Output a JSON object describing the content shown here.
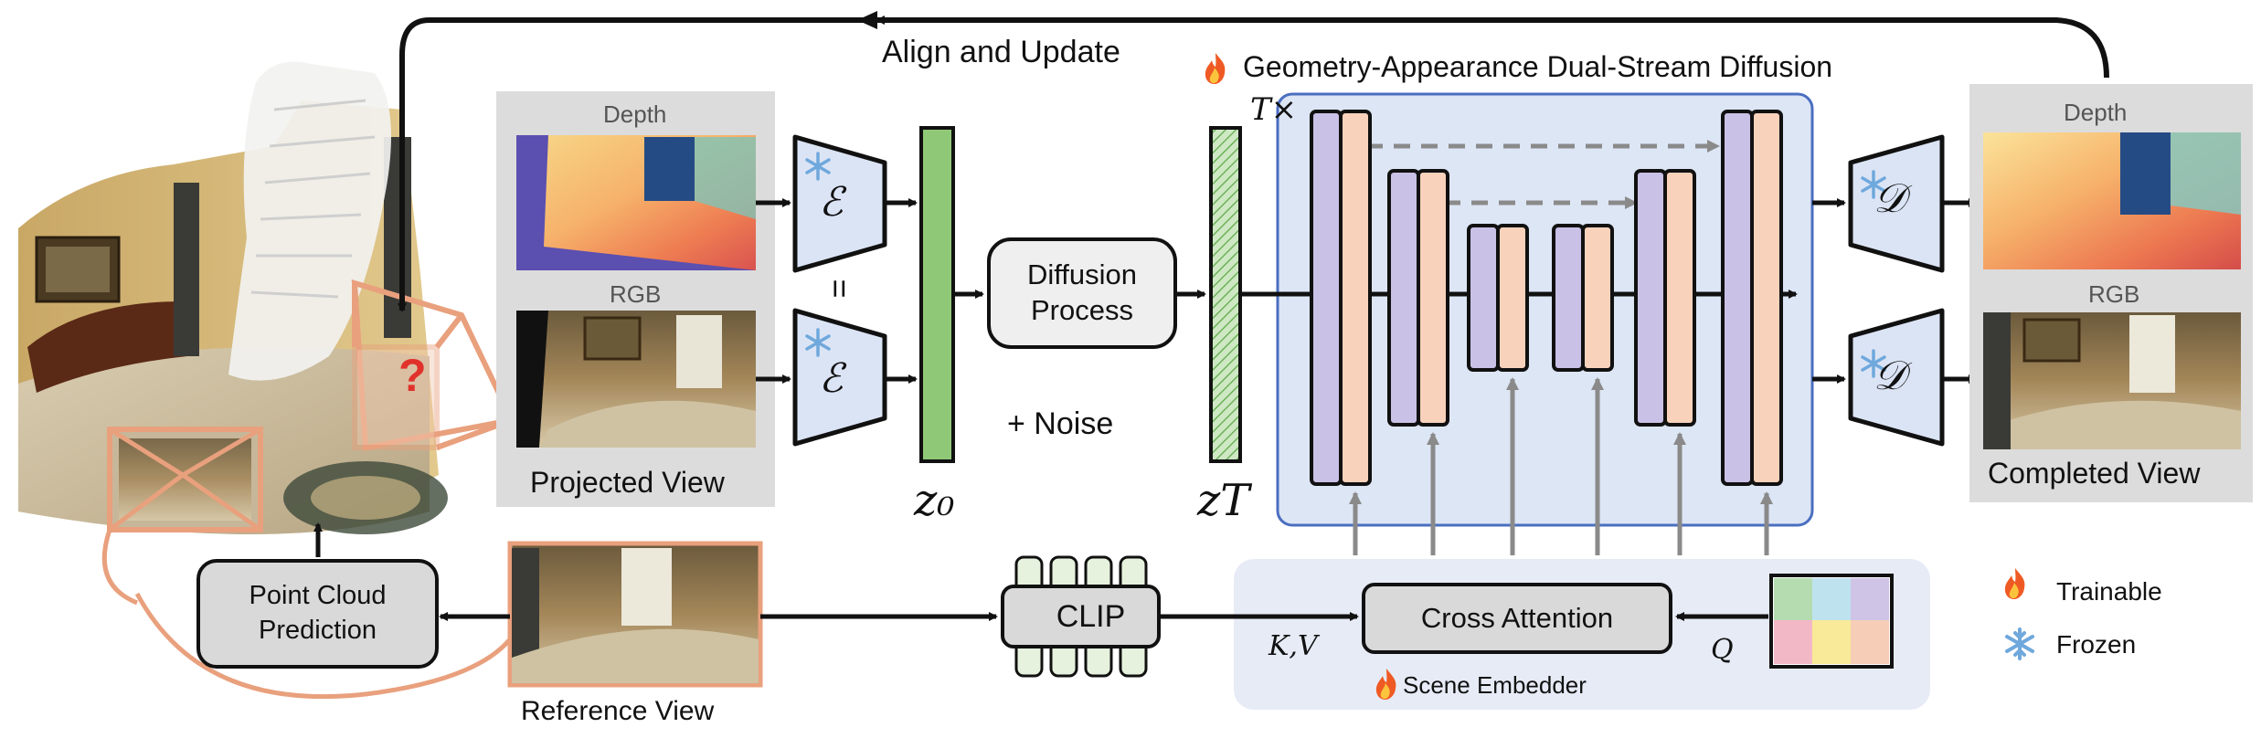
{
  "labels": {
    "align_update": "Align and Update",
    "dual_stream": "Geometry-Appearance Dual-Stream Diffusion",
    "t_times": "T×",
    "depth_left": "Depth",
    "rgb_left": "RGB",
    "projected_view": "Projected View",
    "equals": "=",
    "encoder": "ℰ",
    "decoder": "𝒟",
    "z0": "z₀",
    "zT": "zT",
    "diffusion_process": "Diffusion Process",
    "plus_noise": "+ Noise",
    "depth_right": "Depth",
    "rgb_right": "RGB",
    "completed_view": "Completed View",
    "point_cloud_prediction": "Point Cloud Prediction",
    "reference_view": "Reference View",
    "clip": "CLIP",
    "kv": "K,V",
    "cross_attention": "Cross Attention",
    "q": "Q",
    "scene_embedder": "Scene Embedder",
    "trainable": "Trainable",
    "frozen": "Frozen",
    "question_mark": "?"
  },
  "icons": {
    "trainable": "fire-icon",
    "frozen": "snowflake-icon"
  },
  "colors": {
    "encoder_fill": "#dbe4f5",
    "latent_green": "#8fc977",
    "unet_panel": "#dde6f5",
    "unet_border": "#4a6fc0",
    "stream_purple": "#c9c1e6",
    "stream_peach": "#f9d2bb",
    "node_grey": "#d9d9d9",
    "camera_orange": "#e9a07d",
    "scene_embedder_bg": "#e6ebf6"
  }
}
